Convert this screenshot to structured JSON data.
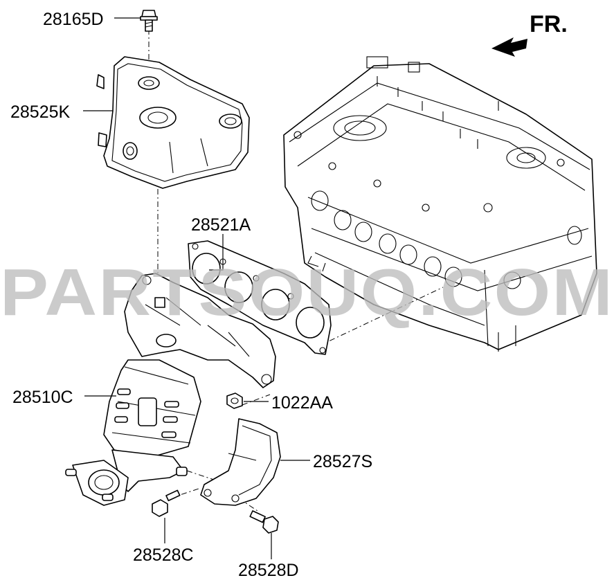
{
  "orientation": {
    "label": "FR."
  },
  "watermark": {
    "text": "PARTSOUQ.COM"
  },
  "parts": {
    "bolt_top": {
      "number": "28165D"
    },
    "heat_protector": {
      "number": "28525K"
    },
    "gasket": {
      "number": "28521A"
    },
    "manifold_cat": {
      "number": "28510C"
    },
    "nut": {
      "number": "1022AA"
    },
    "bracket": {
      "number": "28527S"
    },
    "bolt_left": {
      "number": "28528C"
    },
    "bolt_right": {
      "number": "28528D"
    }
  }
}
